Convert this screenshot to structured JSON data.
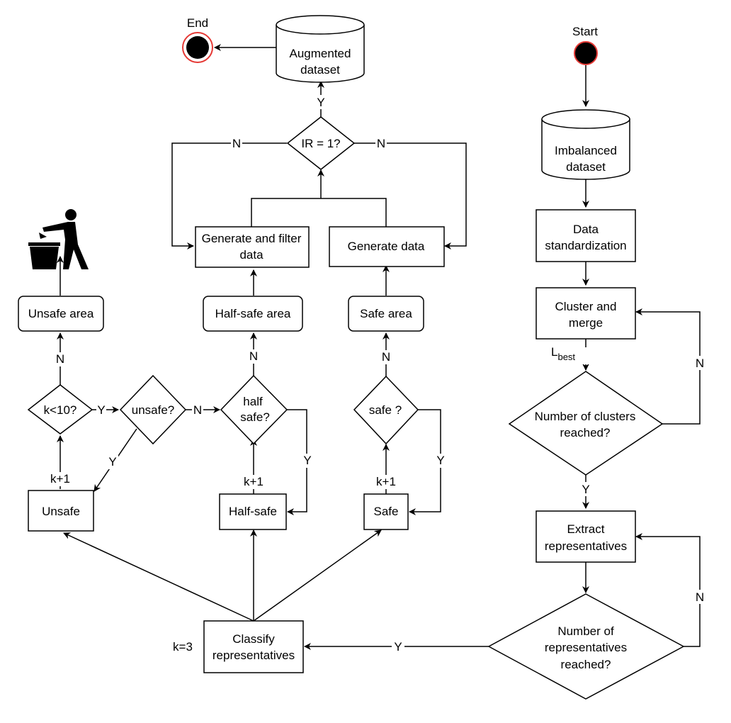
{
  "terminals": {
    "start": "Start",
    "end": "End"
  },
  "datasets": {
    "imbalanced": [
      "Imbalanced",
      "dataset"
    ],
    "augmented": [
      "Augmented",
      "dataset"
    ]
  },
  "processes": {
    "data_standardization": [
      "Data",
      "standardization"
    ],
    "cluster_merge": [
      "Cluster and",
      "merge"
    ],
    "extract_representatives": [
      "Extract",
      "representatives"
    ],
    "classify_representatives": [
      "Classify",
      "representatives"
    ],
    "unsafe": "Unsafe",
    "half_safe": "Half-safe",
    "safe": "Safe",
    "unsafe_area": "Unsafe area",
    "half_safe_area": "Half-safe area",
    "safe_area": "Safe area",
    "generate_filter": [
      "Generate and filter",
      "data"
    ],
    "generate_data": "Generate data"
  },
  "decisions": {
    "num_clusters": [
      "Number of clusters",
      "reached?"
    ],
    "num_representatives": [
      "Number of",
      "representatives",
      "reached?"
    ],
    "ir": "IR = 1?",
    "k_lt_10": "k<10?",
    "unsafe_q": "unsafe?",
    "half_safe_q": [
      "half",
      "safe?"
    ],
    "safe_q": "safe ?"
  },
  "edge_labels": {
    "yes": "Y",
    "no": "N",
    "k_plus_1": "k+1",
    "k_init": "k=3",
    "l_best_main": "L",
    "l_best_sub": "best"
  },
  "icons": {
    "trash_disposal": "trash-disposal-icon"
  },
  "colors": {
    "start_end_ring": "#e53935"
  }
}
